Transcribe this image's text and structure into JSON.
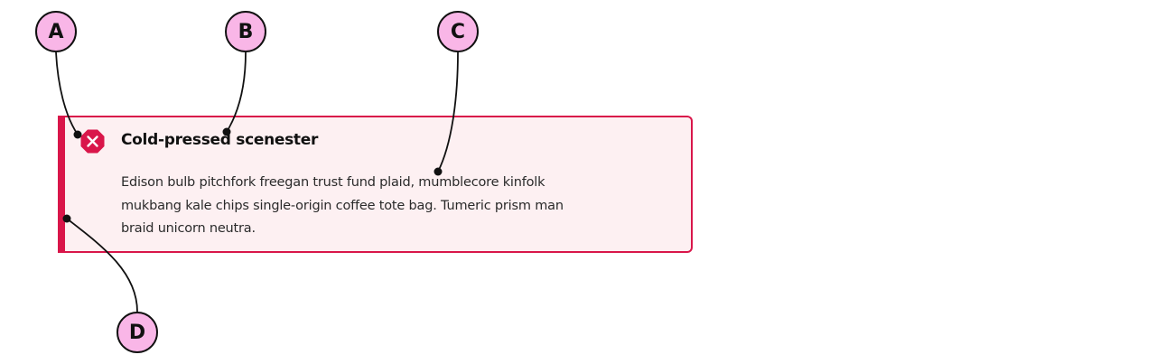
{
  "alert": {
    "title": "Cold-pressed scenester",
    "body_lines": [
      "Edison bulb pitchfork freegan trust fund plaid, mumblecore kinfolk",
      "mukbang kale chips single-origin coffee tote bag. Tumeric prism man",
      "braid unicorn neutra."
    ],
    "icon": "error-x-icon",
    "status": "error",
    "colors": {
      "accent": "#d9164a",
      "background": "#fdf0f2"
    }
  },
  "callouts": {
    "a": "A",
    "b": "B",
    "c": "C",
    "d": "D"
  },
  "marker_color": "#f9b6e7"
}
